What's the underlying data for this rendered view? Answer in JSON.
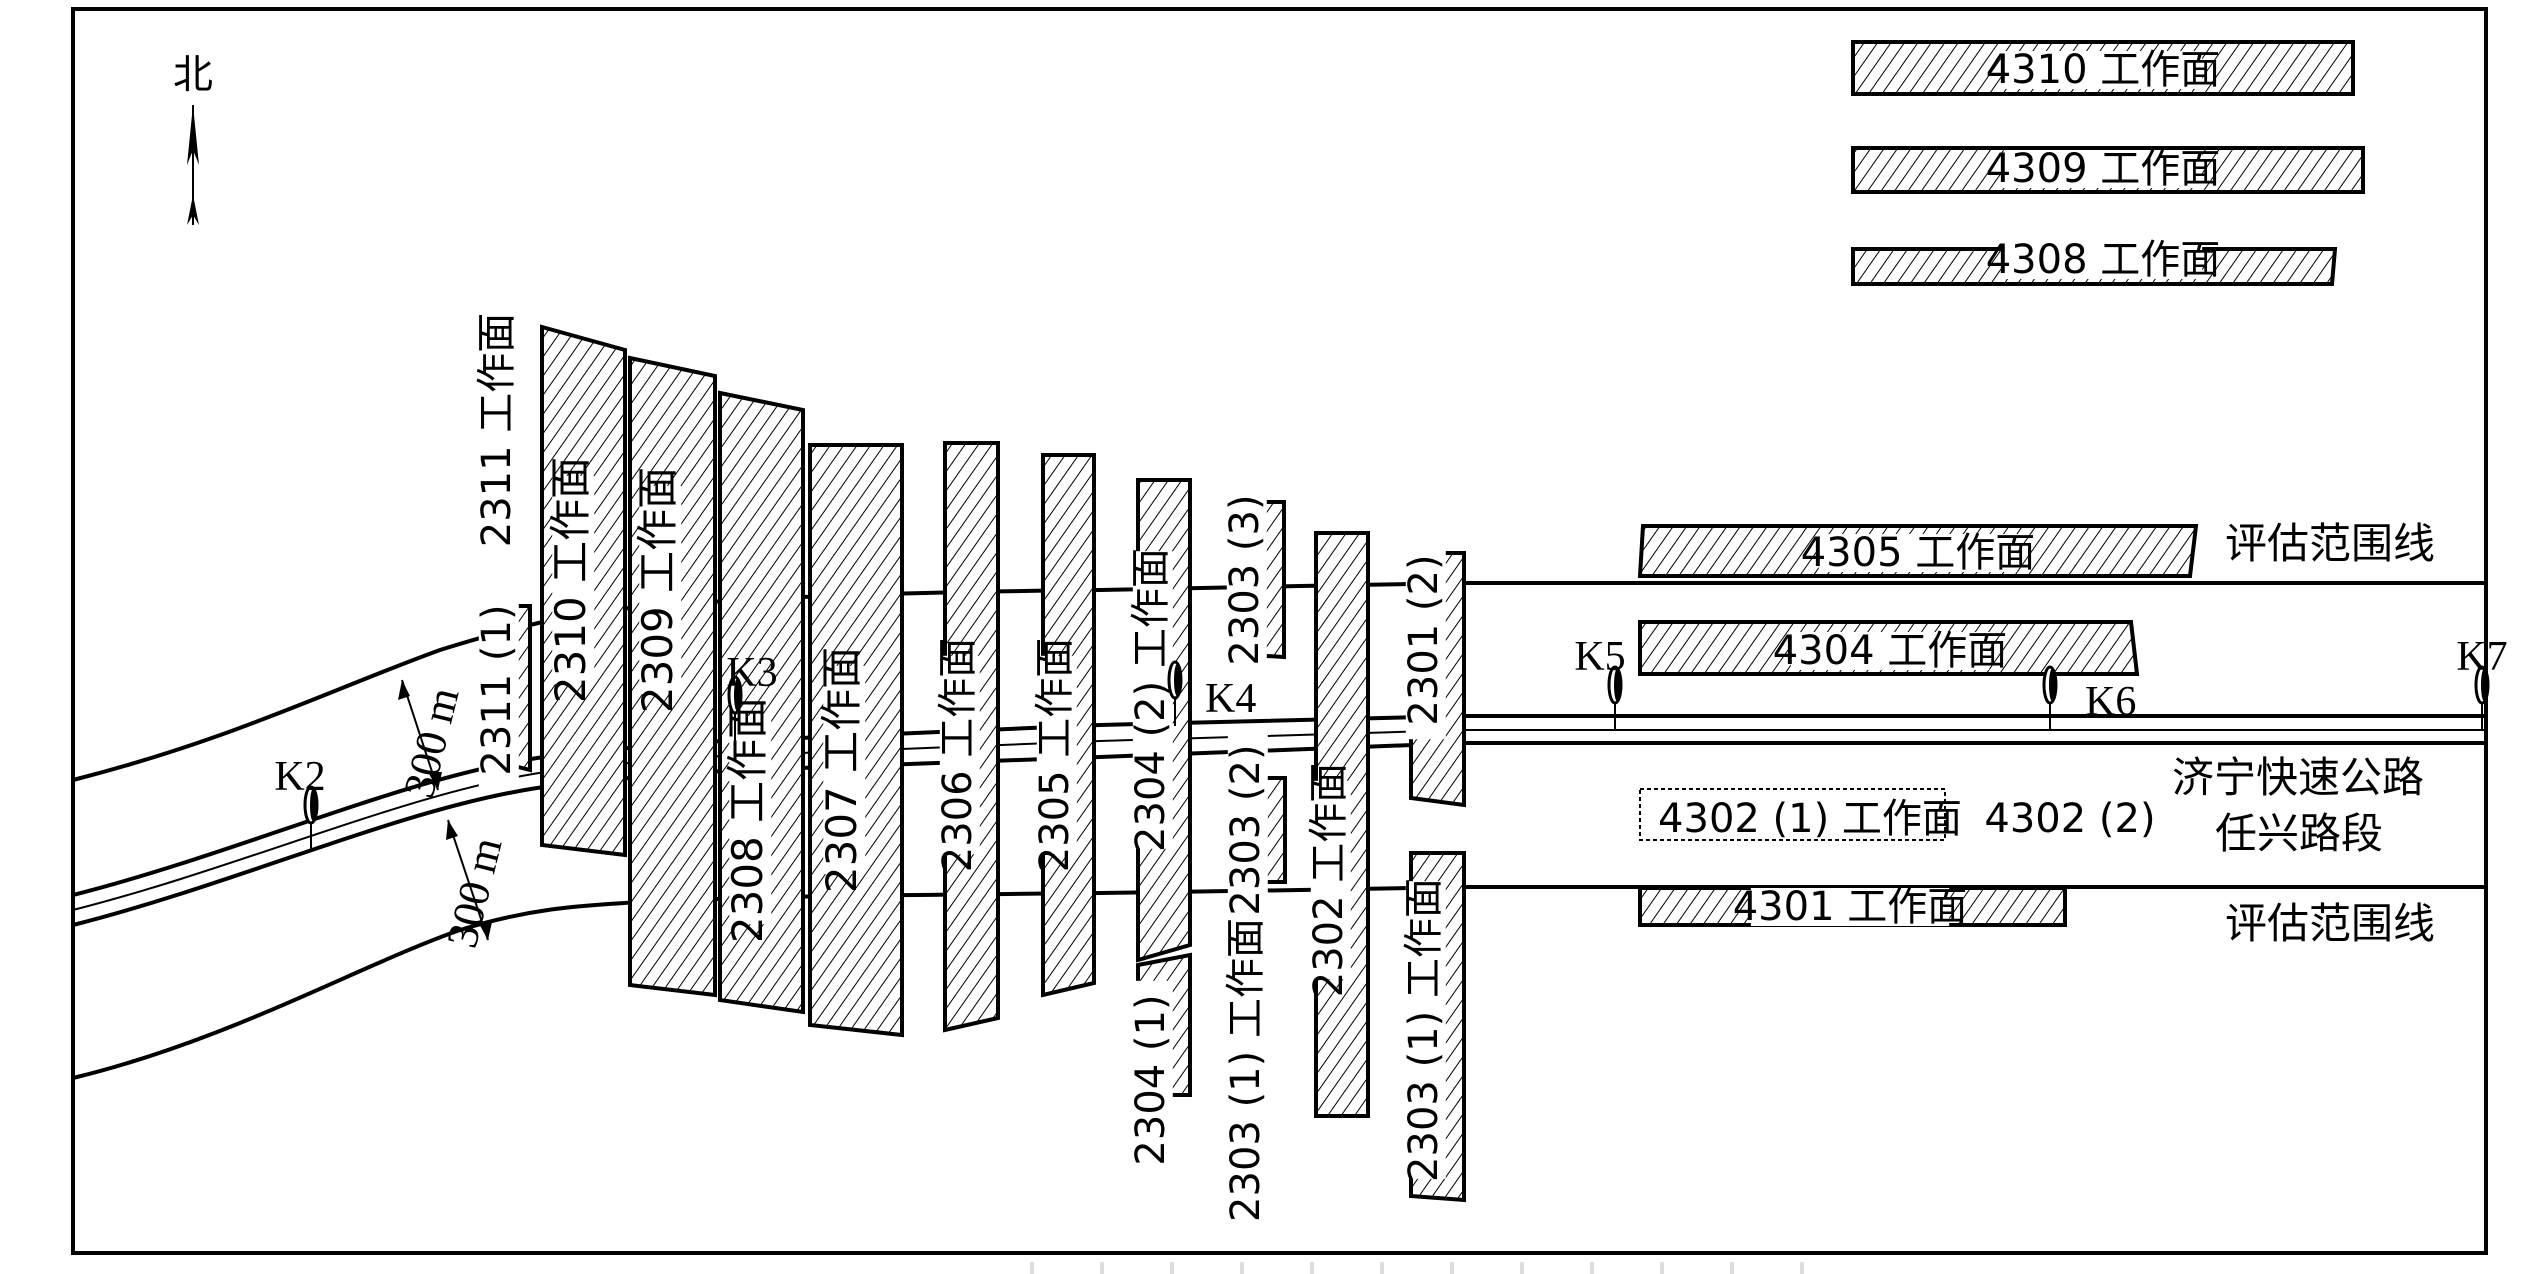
{
  "figure": {
    "north_label": "北",
    "road": {
      "name_line1": "济宁快速公路",
      "name_line2": "任兴路段"
    },
    "boundary_label_top": "评估范围线",
    "boundary_label_bottom": "评估范围线",
    "distance_top": "300 m",
    "distance_bottom": "300 m",
    "monitor_points": [
      "K2",
      "K3",
      "K4",
      "K5",
      "K6",
      "K7"
    ],
    "panels_23": [
      {
        "id": "2311-1",
        "label": "2311 (1)"
      },
      {
        "id": "2311",
        "label": "2311 工作面"
      },
      {
        "id": "2310",
        "label": "2310 工作面"
      },
      {
        "id": "2309",
        "label": "2309 工作面"
      },
      {
        "id": "2308",
        "label": "2308 工作面"
      },
      {
        "id": "2307",
        "label": "2307 工作面"
      },
      {
        "id": "2306",
        "label": "2306 工作面"
      },
      {
        "id": "2305",
        "label": "2305 工作面"
      },
      {
        "id": "2304-2",
        "label": "2304 (2) 工作面"
      },
      {
        "id": "2304-1",
        "label": "2304 (1)"
      },
      {
        "id": "2303-3",
        "label": "2303 (3)"
      },
      {
        "id": "2303-2",
        "label": "2303 (2)"
      },
      {
        "id": "2303-1a",
        "label": "2303 (1) 工作面"
      },
      {
        "id": "2302",
        "label": "2302 工作面"
      },
      {
        "id": "2301-2",
        "label": "2301 (2)"
      },
      {
        "id": "2303-1b",
        "label": "2303 (1) 工作面"
      }
    ],
    "panels_43": [
      {
        "id": "4310",
        "label": "4310 工作面"
      },
      {
        "id": "4309",
        "label": "4309 工作面"
      },
      {
        "id": "4308",
        "label": "4308 工作面"
      },
      {
        "id": "4305",
        "label": "4305 工作面"
      },
      {
        "id": "4304",
        "label": "4304 工作面"
      },
      {
        "id": "4302-1",
        "label": "4302 (1) 工作面"
      },
      {
        "id": "4302-2",
        "label": "4302 (2)"
      },
      {
        "id": "4301",
        "label": "4301 工作面"
      }
    ]
  }
}
